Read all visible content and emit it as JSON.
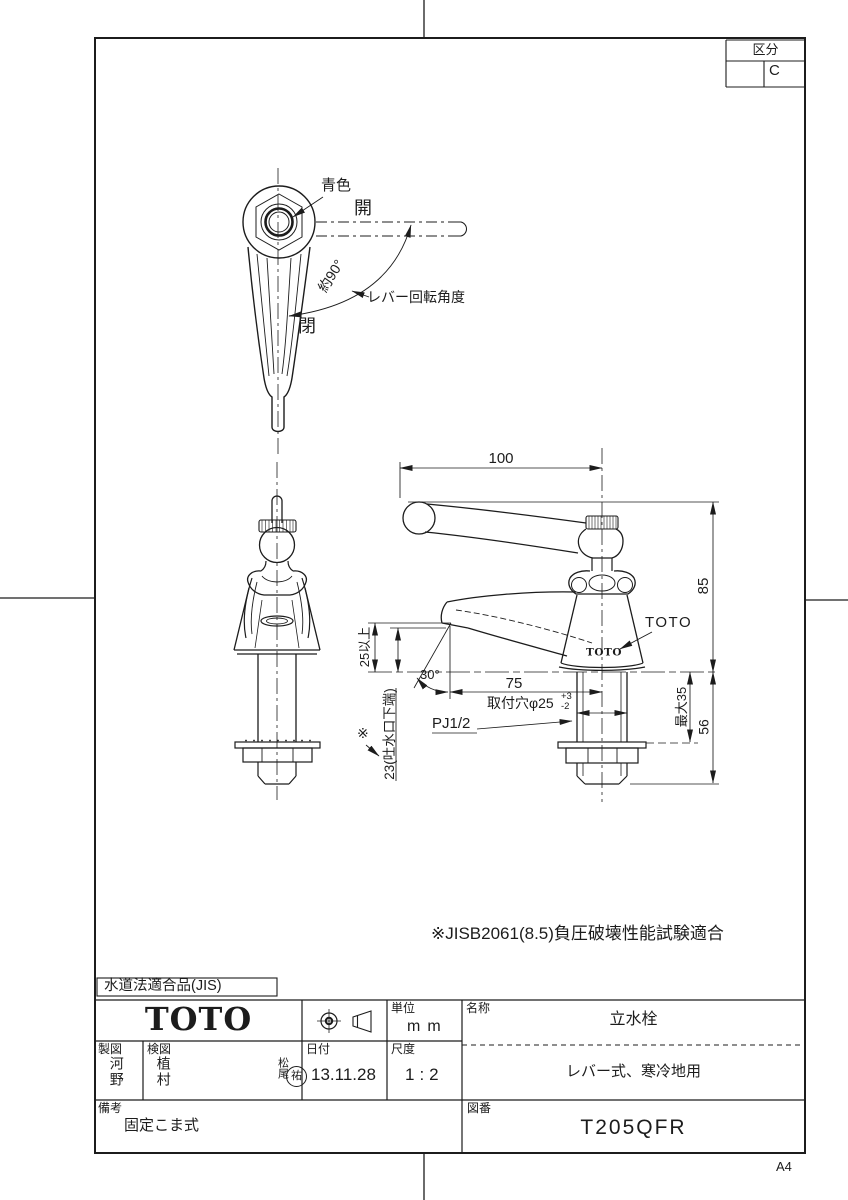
{
  "sheet": {
    "format": "A4",
    "revision_label": "区分",
    "revision_value": "C"
  },
  "lever_top_view": {
    "blue_label": "青色",
    "open_label": "開",
    "close_label": "閉",
    "angle_label": "約90°",
    "rotation_label": "レバー回転角度"
  },
  "dimensions": {
    "width_100": "100",
    "height_85": "85",
    "max_35": "最大35",
    "depth_56": "56",
    "min_25": "25以上",
    "spout_23": "23(吐水口下端)",
    "reach_75": "75",
    "angle_30": "30°",
    "hole_label": "取付穴φ25",
    "hole_tol_plus": "+3",
    "hole_tol_minus": "-2",
    "thread": "PJ1/2",
    "ref_mark": "※"
  },
  "callouts": {
    "toto": "TOTO",
    "toto_logo_body": "TOTO"
  },
  "note": "※JISB2061(8.5)負圧破壊性能試験適合",
  "title_block": {
    "certification": "水道法適合品(JIS)",
    "logo": "TOTO",
    "unit_label": "単位",
    "unit_value": "mm",
    "scale_label": "尺度",
    "scale_value": "1:2",
    "date_label": "日付",
    "date_value": "13.11.28",
    "drafter_label": "製図",
    "drafter_name": "河野",
    "checker_label": "検図",
    "checker_name": "植村",
    "approver_name": "松尾",
    "approver_seal": "祐",
    "name_label": "名称",
    "product_name": "立水栓",
    "product_subtitle": "レバー式、寒冷地用",
    "remarks_label": "備考",
    "remarks_value": "固定こま式",
    "number_label": "図番",
    "drawing_number": "T205QFR"
  }
}
